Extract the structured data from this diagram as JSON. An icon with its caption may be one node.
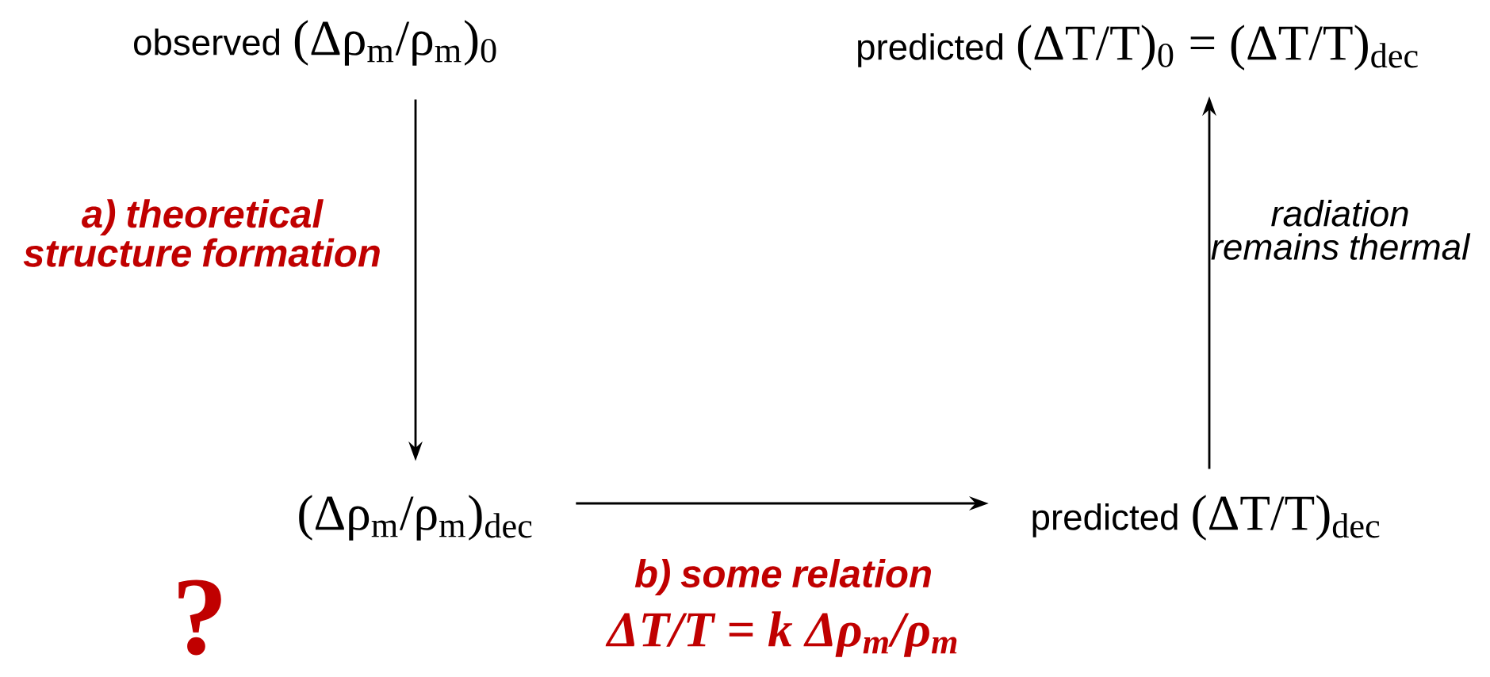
{
  "diagram": {
    "nodes": [
      {
        "text": [
          "observed",
          "(Δρ$_{m}$/ρ$_{m}$)$_{0}$"
        ]
      },
      {
        "text": [
          "predicted",
          "(ΔT/T)$_{0}$ = (ΔT/T)$_{dec}$"
        ]
      },
      {
        "text": [
          "(Δρ$_{m}$/ρ$_{m}$)$_{dec}$"
        ]
      },
      {
        "text": [
          "predicted",
          "(ΔT/T)$_{dec}$"
        ]
      }
    ],
    "edges": [
      {
        "from": 0,
        "to": 2,
        "arrow": "to",
        "label": "a) theoretical structure formation"
      },
      {
        "from": 2,
        "to": 3,
        "arrow": "to",
        "label": "b) some relation"
      },
      {
        "from": 3,
        "to": 1,
        "arrow": "to",
        "label": "radiation remains thermal"
      }
    ],
    "labels": [
      "?",
      "ΔT/T = k Δρ$_{m}$/ρ$_{m}$"
    ]
  }
}
